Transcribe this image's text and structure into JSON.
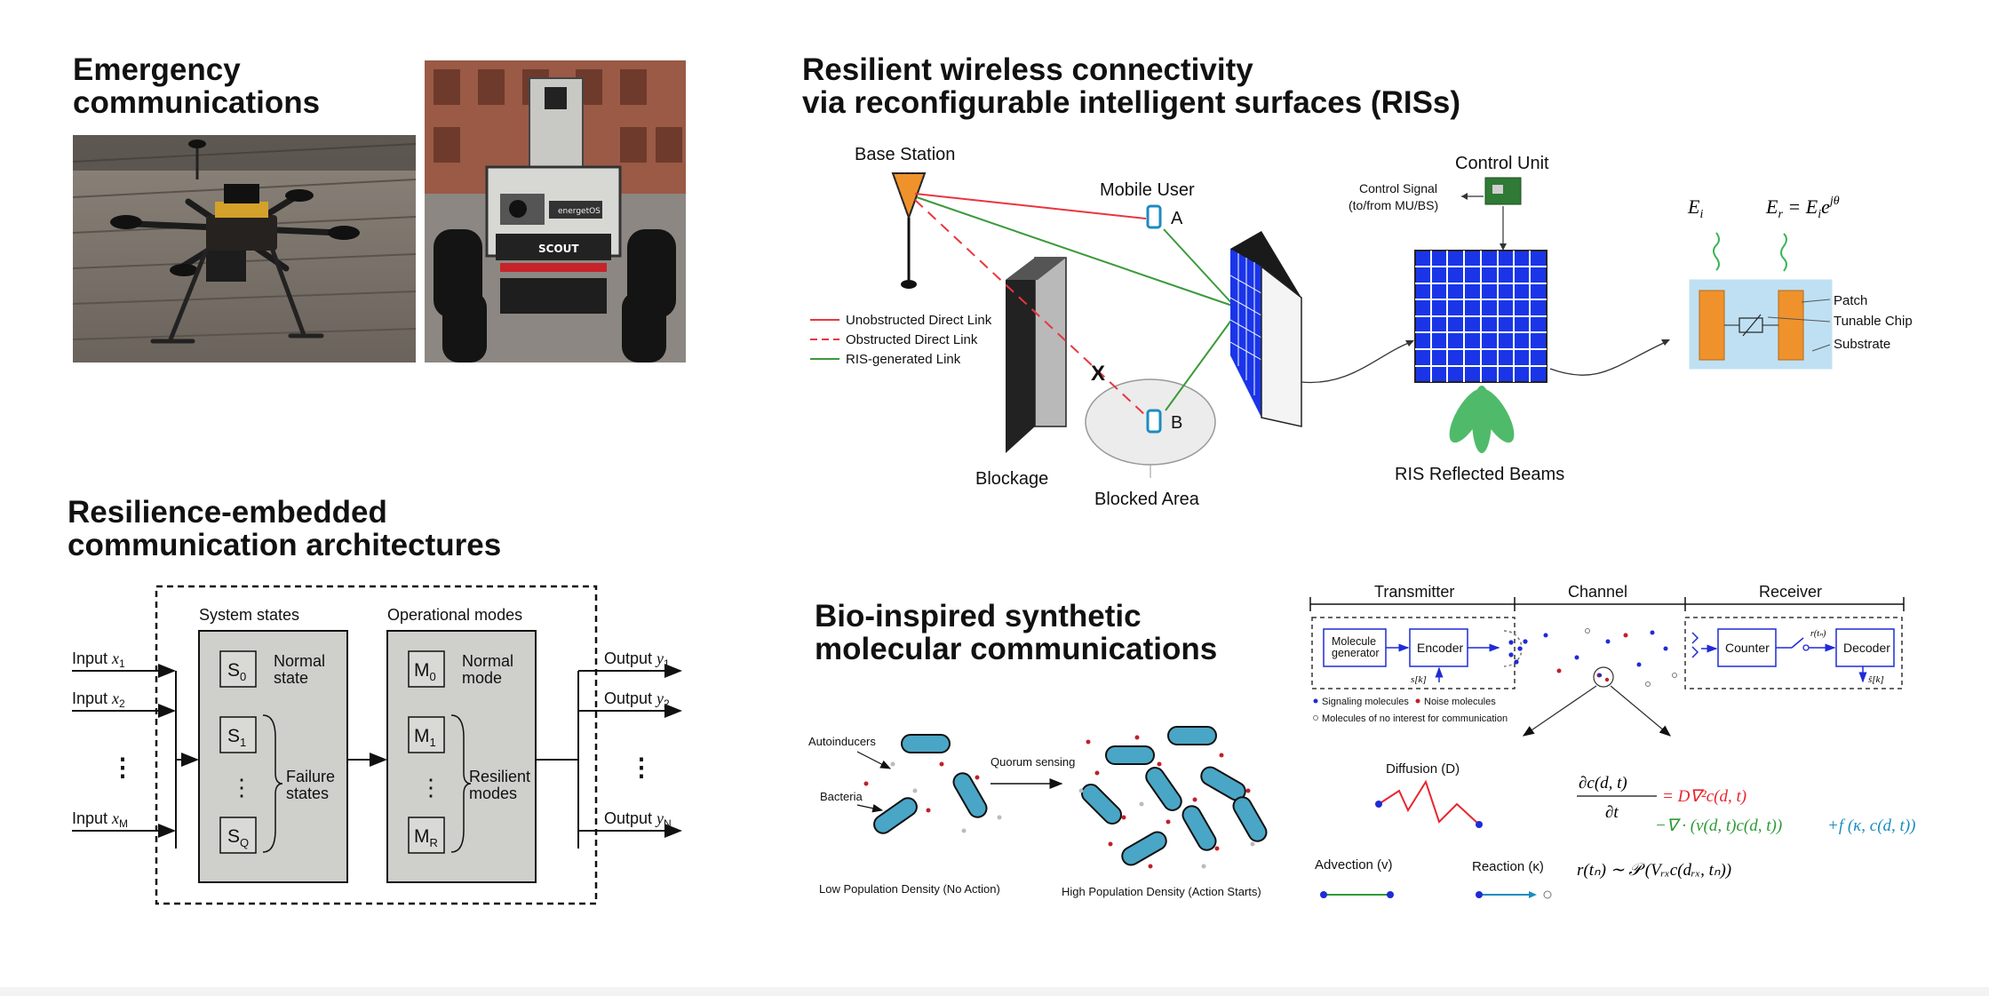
{
  "panels": {
    "emergency": {
      "title": "Emergency\ncommunications",
      "rover_brand": "SCOUT",
      "rover_tag": "energetOS"
    },
    "ris": {
      "title": "Resilient wireless connectivity\nvia reconfigurable intelligent surfaces (RISs)",
      "base_station": "Base Station",
      "mobile_user": "Mobile User",
      "user_a": "A",
      "user_b": "B",
      "blockage": "Blockage",
      "blocked_area": "Blocked Area",
      "blocked_mark": "X",
      "control_unit": "Control Unit",
      "control_signal": "Control Signal",
      "control_signal_sub": "(to/from MU/BS)",
      "reflected_beams": "RIS Reflected Beams",
      "legend": {
        "unobstructed": "Unobstructed Direct Link",
        "obstructed": "Obstructed Direct Link",
        "ris_link": "RIS-generated Link"
      },
      "colors": {
        "direct": "#e8363f",
        "ris": "#3a9a3a",
        "grid": "#1a35e8",
        "beam": "#3cb45a",
        "cell": "#f0922b",
        "substrate": "#bfe0f2"
      },
      "cell": {
        "ei": "E",
        "ei_sub": "i",
        "er": "E",
        "er_sub": "r",
        "er_rhs": " = E",
        "er_rhs_sub": "i",
        "er_exp": "e",
        "er_exp_sup": "jθ",
        "patch": "Patch",
        "chip": "Tunable Chip",
        "substrate": "Substrate"
      }
    },
    "architecture": {
      "title": "Resilience-embedded\ncommunication architectures",
      "system_states": "System states",
      "operational_modes": "Operational modes",
      "inputs": [
        {
          "label": "Input ",
          "var": "x",
          "sub": "1"
        },
        {
          "label": "Input ",
          "var": "x",
          "sub": "2"
        },
        {
          "label": "Input ",
          "var": "x",
          "sub": "M"
        }
      ],
      "outputs": [
        {
          "label": "Output ",
          "var": "y",
          "sub": "1"
        },
        {
          "label": "Output ",
          "var": "y",
          "sub": "2"
        },
        {
          "label": "Output ",
          "var": "y",
          "sub": "N"
        }
      ],
      "states": [
        {
          "sym": "S",
          "sub": "0"
        },
        {
          "sym": "S",
          "sub": "1"
        },
        {
          "sym": "S",
          "sub": "Q"
        }
      ],
      "modes": [
        {
          "sym": "M",
          "sub": "0"
        },
        {
          "sym": "M",
          "sub": "1"
        },
        {
          "sym": "M",
          "sub": "R"
        }
      ],
      "normal_state": "Normal\nstate",
      "failure_states": "Failure\nstates",
      "normal_mode": "Normal\nmode",
      "resilient_modes": "Resilient\nmodes",
      "ellipsis": "⋮"
    },
    "molecular": {
      "title": "Bio-inspired synthetic\nmolecular communications",
      "transmitter": "Transmitter",
      "channel": "Channel",
      "receiver": "Receiver",
      "molecule_generator": "Molecule\ngenerator",
      "encoder": "Encoder",
      "counter": "Counter",
      "decoder": "Decoder",
      "sk": "s[k]",
      "shat": "ŝ[k]",
      "rtn": "r(tₙ)",
      "legend": {
        "signaling": "Signaling molecules",
        "noise": "Noise molecules",
        "no_interest": "Molecules of no interest for communication"
      },
      "autoinducers": "Autoinducers",
      "bacteria": "Bacteria",
      "quorum": "Quorum sensing",
      "low_density": "Low Population Density (No Action)",
      "high_density": "High Population Density (Action Starts)",
      "diffusion": "Diffusion (D)",
      "advection": "Advection (v)",
      "reaction": "Reaction (κ)",
      "eq_lhs_num": "∂c(d, t)",
      "eq_lhs_den": "∂t",
      "eq_rhs1": "= D∇²c(d, t)",
      "eq_rhs2a": "−∇ · (v(d, t)c(d, t))",
      "eq_rhs2b": "+f (κ, c(d, t))",
      "eq_poisson": "r(tₙ) ∼ 𝒫 (Vᵣₓc(dᵣₓ, tₙ))",
      "colors": {
        "signal": "#1f2bd6",
        "noise": "#c0202a",
        "diffusion": "#e8262d",
        "advection": "#2e9a35",
        "reaction": "#1c8cc0",
        "block": "#1f2bd6"
      }
    }
  }
}
